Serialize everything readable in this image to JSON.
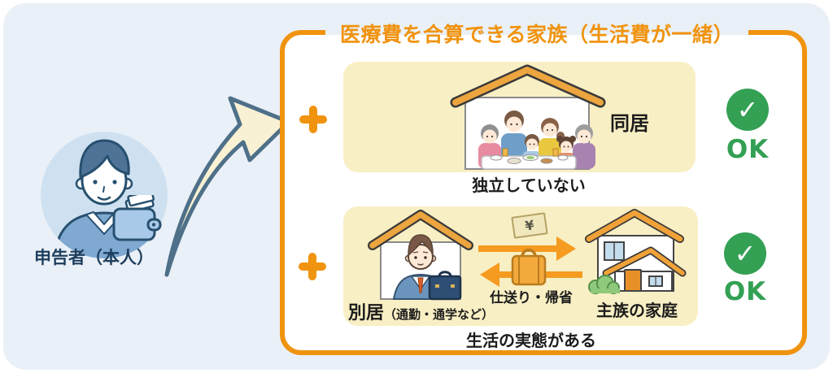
{
  "page": {
    "bg_color": "#eaf0f7",
    "accent_orange": "#f0930f",
    "panel_cream": "#f9efc4",
    "success_green": "#33a054",
    "navy_text": "#1d3e5e"
  },
  "applicant": {
    "label": "申告者（本人）"
  },
  "frame": {
    "title": "医療費を合算できる家族（生活費が一緒）"
  },
  "row1": {
    "label": "同居",
    "caption": "独立していない",
    "status": "OK"
  },
  "row2": {
    "left_label": "別居",
    "left_sublabel": "（通勤・通学など）",
    "transfer_label": "仕送り・帰省",
    "right_label": "主族の家庭",
    "caption": "生活の実態がある",
    "status": "OK"
  },
  "icons": {
    "check": "✓",
    "yen": "¥",
    "plus": "+"
  }
}
